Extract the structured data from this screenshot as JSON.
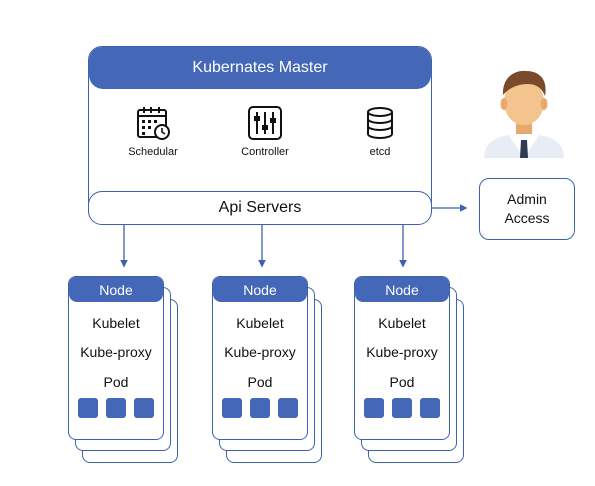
{
  "master": {
    "title": "Kubernates Master",
    "components": [
      {
        "label": "Schedular",
        "icon": "calendar-clock-icon"
      },
      {
        "label": "Controller",
        "icon": "sliders-icon"
      },
      {
        "label": "etcd",
        "icon": "database-icon"
      }
    ]
  },
  "api_servers": {
    "label": "Api Servers"
  },
  "admin": {
    "line1": "Admin",
    "line2": "Access",
    "icon": "user-avatar-icon"
  },
  "nodes": [
    {
      "title": "Node",
      "kubelet": "Kubelet",
      "proxy": "Kube-proxy",
      "pod": "Pod",
      "pod_count": 3
    },
    {
      "title": "Node",
      "kubelet": "Kubelet",
      "proxy": "Kube-proxy",
      "pod": "Pod",
      "pod_count": 3
    },
    {
      "title": "Node",
      "kubelet": "Kubelet",
      "proxy": "Kube-proxy",
      "pod": "Pod",
      "pod_count": 3
    }
  ],
  "colors": {
    "accent": "#4468b7",
    "border": "#3e63ad",
    "skin": "#f4c48e",
    "hair": "#7a4a2a"
  }
}
